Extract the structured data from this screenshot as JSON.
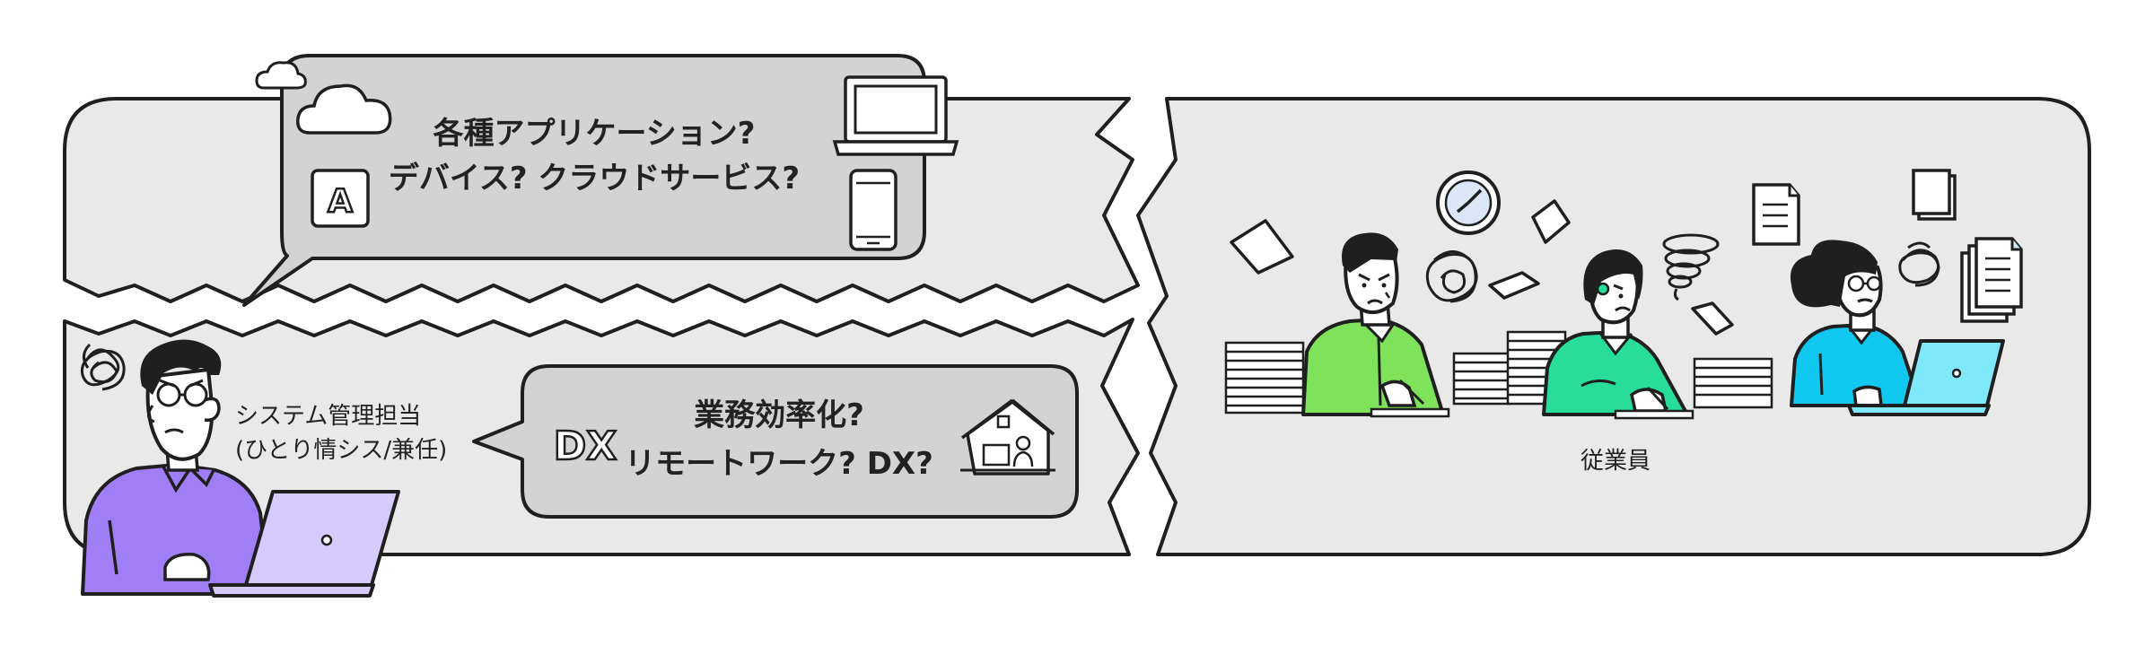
{
  "bubble_top": {
    "line1": "各種アプリケーション?",
    "line2": "デバイス? クラウドサービス?",
    "app_icon_letter": "A",
    "icons": [
      "cloud-icon",
      "app-icon",
      "laptop-icon",
      "smartphone-icon"
    ]
  },
  "bubble_bottom": {
    "line1": "業務効率化?",
    "line2": "リモートワーク? DX?",
    "dx_badge": "DX",
    "icons": [
      "remote-work-house-icon"
    ]
  },
  "admin": {
    "label_line1": "システム管理担当",
    "label_line2": "(ひとり情シス/兼任)"
  },
  "employees": {
    "label": "従業員"
  },
  "colors": {
    "panel": "#e9e9e9",
    "bubble": "#d3d3d3",
    "outline": "#1f1f1f",
    "admin_shirt": "#a07ef5",
    "admin_laptop": "#d7cafe",
    "employee1_shirt": "#7ee35a",
    "employee2_shirt": "#28dd99",
    "employee3_shirt": "#10c8ef",
    "employee3_laptop": "#7fe9fb"
  }
}
